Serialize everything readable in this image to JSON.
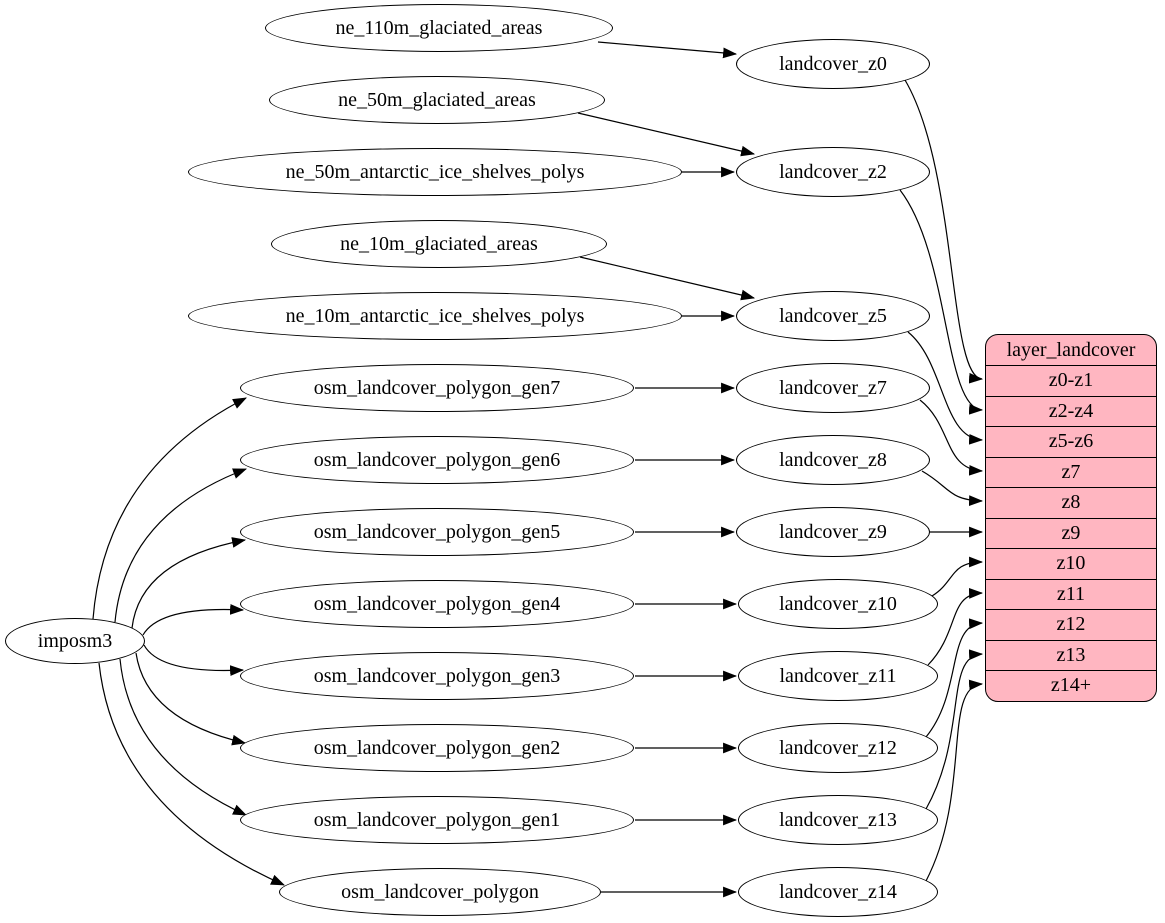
{
  "diagram": {
    "kind": "etl-dependency-graph",
    "accent_color": "#ffb6c1",
    "nodes": [
      {
        "id": "imposm3",
        "label": "imposm3"
      },
      {
        "id": "ne_110m_glaciated_areas",
        "label": "ne_110m_glaciated_areas"
      },
      {
        "id": "ne_50m_glaciated_areas",
        "label": "ne_50m_glaciated_areas"
      },
      {
        "id": "ne_50m_antarctic_ice_shelves_polys",
        "label": "ne_50m_antarctic_ice_shelves_polys"
      },
      {
        "id": "ne_10m_glaciated_areas",
        "label": "ne_10m_glaciated_areas"
      },
      {
        "id": "ne_10m_antarctic_ice_shelves_polys",
        "label": "ne_10m_antarctic_ice_shelves_polys"
      },
      {
        "id": "osm_landcover_polygon_gen7",
        "label": "osm_landcover_polygon_gen7"
      },
      {
        "id": "osm_landcover_polygon_gen6",
        "label": "osm_landcover_polygon_gen6"
      },
      {
        "id": "osm_landcover_polygon_gen5",
        "label": "osm_landcover_polygon_gen5"
      },
      {
        "id": "osm_landcover_polygon_gen4",
        "label": "osm_landcover_polygon_gen4"
      },
      {
        "id": "osm_landcover_polygon_gen3",
        "label": "osm_landcover_polygon_gen3"
      },
      {
        "id": "osm_landcover_polygon_gen2",
        "label": "osm_landcover_polygon_gen2"
      },
      {
        "id": "osm_landcover_polygon_gen1",
        "label": "osm_landcover_polygon_gen1"
      },
      {
        "id": "osm_landcover_polygon",
        "label": "osm_landcover_polygon"
      },
      {
        "id": "landcover_z0",
        "label": "landcover_z0"
      },
      {
        "id": "landcover_z2",
        "label": "landcover_z2"
      },
      {
        "id": "landcover_z5",
        "label": "landcover_z5"
      },
      {
        "id": "landcover_z7",
        "label": "landcover_z7"
      },
      {
        "id": "landcover_z8",
        "label": "landcover_z8"
      },
      {
        "id": "landcover_z9",
        "label": "landcover_z9"
      },
      {
        "id": "landcover_z10",
        "label": "landcover_z10"
      },
      {
        "id": "landcover_z11",
        "label": "landcover_z11"
      },
      {
        "id": "landcover_z12",
        "label": "landcover_z12"
      },
      {
        "id": "landcover_z13",
        "label": "landcover_z13"
      },
      {
        "id": "landcover_z14",
        "label": "landcover_z14"
      }
    ],
    "record": {
      "title": "layer_landcover",
      "fill": "#ffb6c1",
      "rows": [
        "z0-z1",
        "z2-z4",
        "z5-z6",
        "z7",
        "z8",
        "z9",
        "z10",
        "z11",
        "z12",
        "z13",
        "z14+"
      ]
    },
    "edges": [
      {
        "from": "ne_110m_glaciated_areas",
        "to": "landcover_z0"
      },
      {
        "from": "ne_50m_glaciated_areas",
        "to": "landcover_z2"
      },
      {
        "from": "ne_50m_antarctic_ice_shelves_polys",
        "to": "landcover_z2"
      },
      {
        "from": "ne_10m_glaciated_areas",
        "to": "landcover_z5"
      },
      {
        "from": "ne_10m_antarctic_ice_shelves_polys",
        "to": "landcover_z5"
      },
      {
        "from": "imposm3",
        "to": "osm_landcover_polygon_gen7"
      },
      {
        "from": "imposm3",
        "to": "osm_landcover_polygon_gen6"
      },
      {
        "from": "imposm3",
        "to": "osm_landcover_polygon_gen5"
      },
      {
        "from": "imposm3",
        "to": "osm_landcover_polygon_gen4"
      },
      {
        "from": "imposm3",
        "to": "osm_landcover_polygon_gen3"
      },
      {
        "from": "imposm3",
        "to": "osm_landcover_polygon_gen2"
      },
      {
        "from": "imposm3",
        "to": "osm_landcover_polygon_gen1"
      },
      {
        "from": "imposm3",
        "to": "osm_landcover_polygon"
      },
      {
        "from": "osm_landcover_polygon_gen7",
        "to": "landcover_z7"
      },
      {
        "from": "osm_landcover_polygon_gen6",
        "to": "landcover_z8"
      },
      {
        "from": "osm_landcover_polygon_gen5",
        "to": "landcover_z9"
      },
      {
        "from": "osm_landcover_polygon_gen4",
        "to": "landcover_z10"
      },
      {
        "from": "osm_landcover_polygon_gen3",
        "to": "landcover_z11"
      },
      {
        "from": "osm_landcover_polygon_gen2",
        "to": "landcover_z12"
      },
      {
        "from": "osm_landcover_polygon_gen1",
        "to": "landcover_z13"
      },
      {
        "from": "osm_landcover_polygon",
        "to": "landcover_z14"
      },
      {
        "from": "landcover_z0",
        "to": "layer_landcover:z0-z1"
      },
      {
        "from": "landcover_z2",
        "to": "layer_landcover:z2-z4"
      },
      {
        "from": "landcover_z5",
        "to": "layer_landcover:z5-z6"
      },
      {
        "from": "landcover_z7",
        "to": "layer_landcover:z7"
      },
      {
        "from": "landcover_z8",
        "to": "layer_landcover:z8"
      },
      {
        "from": "landcover_z9",
        "to": "layer_landcover:z9"
      },
      {
        "from": "landcover_z10",
        "to": "layer_landcover:z10"
      },
      {
        "from": "landcover_z11",
        "to": "layer_landcover:z11"
      },
      {
        "from": "landcover_z12",
        "to": "layer_landcover:z12"
      },
      {
        "from": "landcover_z13",
        "to": "layer_landcover:z13"
      },
      {
        "from": "landcover_z14",
        "to": "layer_landcover:z14+"
      }
    ]
  }
}
